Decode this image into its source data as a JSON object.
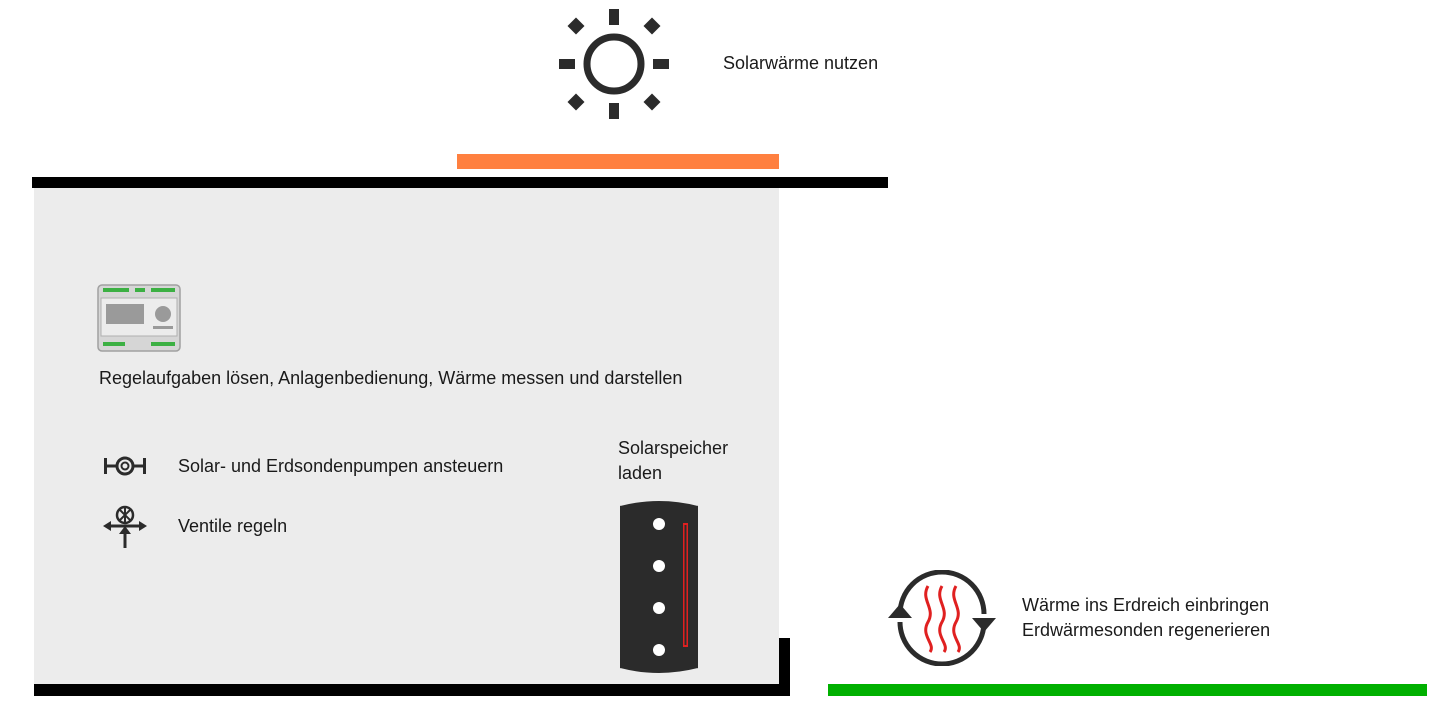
{
  "solar": {
    "label": "Solarwärme nutzen"
  },
  "controller": {
    "label": "Regelaufgaben lösen, Anlagenbedienung, Wärme messen und darstellen"
  },
  "pumps": {
    "label": "Solar- und Erdsondenpumpen ansteuern"
  },
  "valves": {
    "label": "Ventile regeln"
  },
  "storage": {
    "label_line1": "Solarspeicher",
    "label_line2": "laden"
  },
  "ground": {
    "label_line1": "Wärme ins Erdreich einbringen",
    "label_line2": "Erdwärmesonden regenerieren"
  },
  "colors": {
    "solar_bar": "#ff8040",
    "ground_bar": "#00b000",
    "panel_bg": "#ececec",
    "heat_waves": "#e02020",
    "icon_dark": "#2b2b2b"
  }
}
